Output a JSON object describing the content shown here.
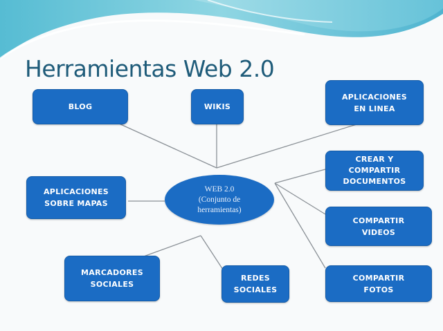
{
  "slide": {
    "title": "Herramientas Web 2.0"
  },
  "center": {
    "label": "WEB 2.0\n(Conjunto de\nherramientas)"
  },
  "nodes": [
    {
      "id": "blog",
      "label": "BLOG"
    },
    {
      "id": "wikis",
      "label": "WIKIS"
    },
    {
      "id": "aplicaciones-en-linea",
      "label": "APLICACIONES\nEN LINEA"
    },
    {
      "id": "crear-compartir-documentos",
      "label": "CREAR Y\nCOMPARTIR\nDOCUMENTOS"
    },
    {
      "id": "compartir-videos",
      "label": "COMPARTIR\nVIDEOS"
    },
    {
      "id": "compartir-fotos",
      "label": "COMPARTIR\nFOTOS"
    },
    {
      "id": "aplicaciones-sobre-mapas",
      "label": "APLICACIONES\nSOBRE MAPAS"
    },
    {
      "id": "marcadores-sociales",
      "label": "MARCADORES\nSOCIALES"
    },
    {
      "id": "redes-sociales",
      "label": "REDES\nSOCIALES"
    }
  ],
  "colors": {
    "box_fill": "#1b6cc4",
    "title_color": "#1e5b79",
    "connector": "#8a9096",
    "banner_teal": "#5fc3d8"
  }
}
